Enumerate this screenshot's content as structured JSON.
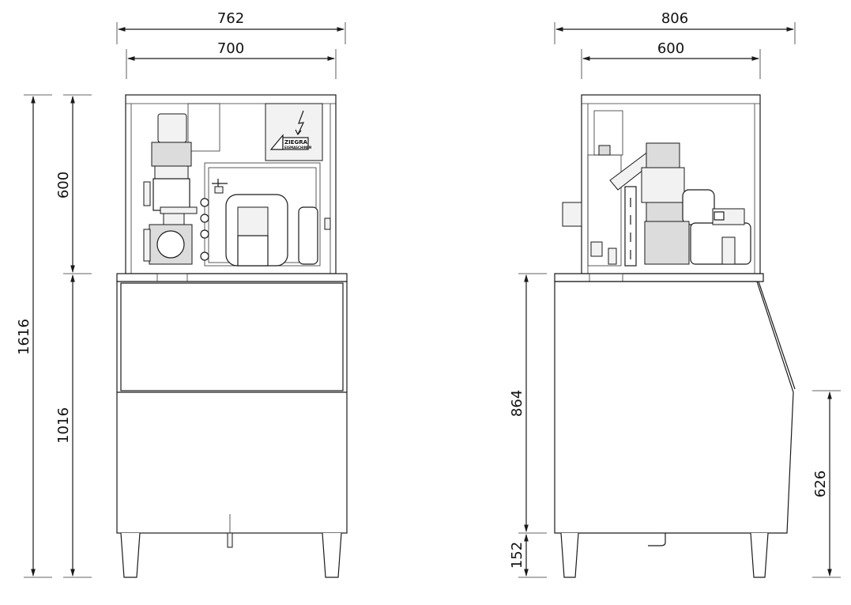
{
  "dimensions": {
    "front_width_overall": "762",
    "front_width_inner": "700",
    "side_width_overall": "806",
    "side_width_inner": "600",
    "total_height": "1616",
    "top_unit_height": "600",
    "bin_height_front": "1016",
    "bin_height_side": "864",
    "leg_height": "152",
    "door_height": "626"
  },
  "logo": {
    "text": "ZIEGRA",
    "subtext": "EISMASCHINEN"
  },
  "colors": {
    "line": "#1a1a1a",
    "panel": "#f2f2f2",
    "part": "#dcdcdc"
  }
}
